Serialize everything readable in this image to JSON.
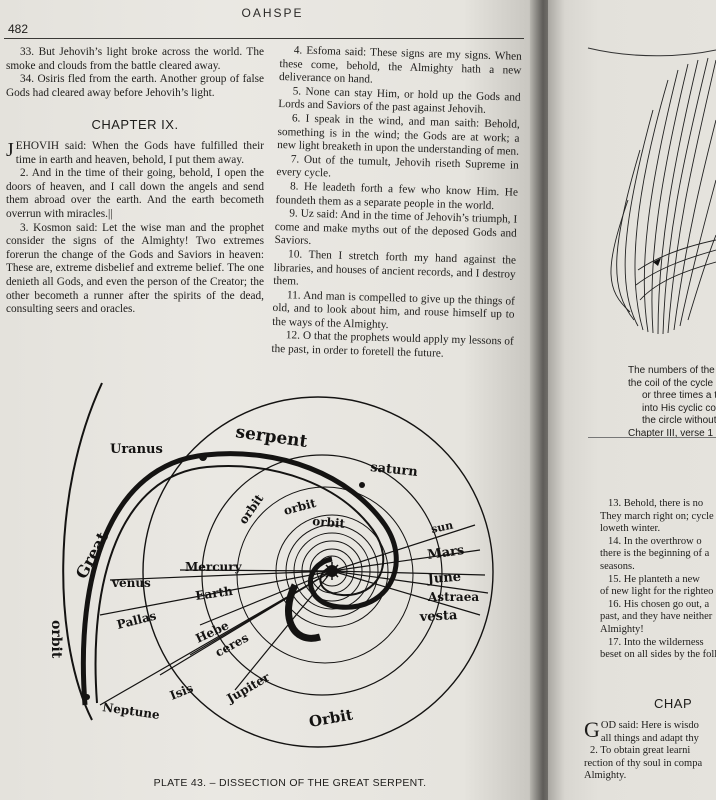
{
  "running_head": "OAHSPE",
  "page_number": "482",
  "left_column": {
    "verses_before": [
      "33. But Jehovih’s light broke across the world. The smoke and clouds from the battle cleared away.",
      "34. Osiris fled from the earth. Another group of false Gods had cleared away before Jehovih’s light."
    ],
    "chapter_title": "CHAPTER IX.",
    "dropcap": "J",
    "verse1_rest": "EHOVIH said: When the Gods have fulfilled their time in earth and heaven, behold, I put them away.",
    "verses_after": [
      "2. And in the time of their going, behold, I open the doors of heaven, and I call down the angels and send them abroad over the earth. And the earth becometh overrun with miracles.||",
      "3. Kosmon said: Let the wise man and the prophet consider the signs of the Almighty! Two extremes forerun the change of the Gods and Saviors in heaven: These are, extreme disbelief and extreme belief. The one denieth all Gods, and even the person of the Creator; the other becometh a runner after the spirits of the dead, consulting seers and oracles."
    ]
  },
  "right_column": {
    "verses": [
      "4. Esfoma said: These signs are my signs. When these come, behold, the Almighty hath a new deliverance on hand.",
      "5. None can stay Him, or hold up the Gods and Lords and Saviors of the past against Jehovih.",
      "6. I speak in the wind, and man saith: Behold, something is in the wind; the Gods are at work; a new light breaketh in upon the understanding of men.",
      "7. Out of the tumult, Jehovih riseth Supreme in every cycle.",
      "8. He leadeth forth a few who know Him. He foundeth them as a separate people in the world.",
      "9. Uz said: And in the time of Jehovih’s triumph, I come and make myths out of the deposed Gods and Saviors.",
      "10. Then I stretch forth my hand against the libraries, and houses of ancient records, and I destroy them.",
      "11. And man is compelled to give up the things of old, and to look about him, and rouse himself up to the ways of the Almighty.",
      "12. O that the prophets would apply my lessons of the past, in order to foretell the future."
    ]
  },
  "plate": {
    "caption": "PLATE 43. – DISSECTION OF THE GREAT SERPENT.",
    "labels": {
      "great": "Great",
      "serpent": "serpent",
      "uranus": "Uranus",
      "saturn": "saturn",
      "orbit_left": "orbit",
      "orbit_1": "orbit",
      "orbit_2": "orbit",
      "orbit_3": "orbit",
      "orbit_bottom": "Orbit",
      "sun": "sun",
      "mars": "Mars",
      "june": "June",
      "astraea": "Astraea",
      "vesta": "vesta",
      "venus": "venus",
      "mercury": "Mercury",
      "earth": "Earth",
      "pallas": "Pallas",
      "hebe": "Hebe",
      "ceres": "ceres",
      "isis": "Isis",
      "jupiter": "Jupiter",
      "neptune": "Neptune"
    }
  },
  "right_page": {
    "caption_lines": [
      "The numbers of the",
      "the coil of the cycle",
      "or three times a th",
      "into His cyclic coil.",
      "the circle without",
      "Chapter III, verse 1"
    ],
    "verse_lines": [
      "13. Behold, there is no",
      "They march right on; cycle f",
      "loweth winter.",
      "14. In the overthrow o",
      "there is the beginning of a",
      "seasons.",
      "15. He planteth a new",
      "of new light for the righteo",
      "16. His chosen go out, a",
      "past, and they have neither",
      "Almighty!",
      "17. Into the wilderness",
      "beset on all sides by the foll"
    ],
    "chapter_partial": "CHAP",
    "dropcap": "G",
    "chapter_lines": [
      "OD said: Here is wisdo",
      "all things and adapt thy",
      "2. To obtain great learni",
      "rection of thy soul in compa",
      "Almighty."
    ]
  }
}
